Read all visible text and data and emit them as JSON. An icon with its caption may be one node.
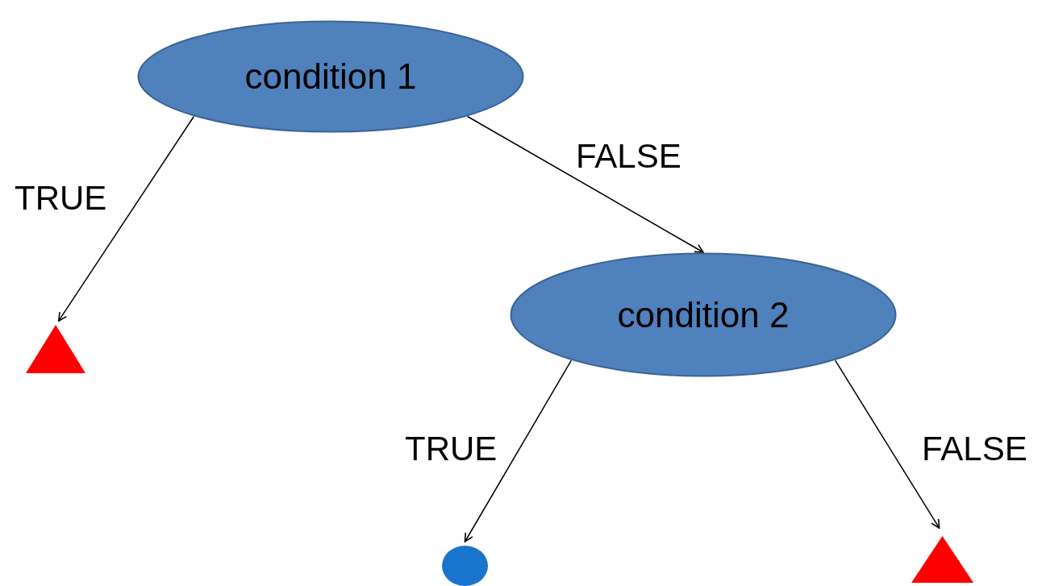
{
  "diagram": {
    "nodes": [
      {
        "text": [
          "condition 1"
        ]
      },
      {
        "text": [],
        "shape": "triangle"
      },
      {
        "text": [
          "condition 2"
        ]
      },
      {
        "text": [],
        "shape": "circle"
      },
      {
        "text": [],
        "shape": "triangle"
      }
    ],
    "edges": [
      {
        "from": 0,
        "to": 1,
        "arrow": "to",
        "label": "TRUE"
      },
      {
        "from": 0,
        "to": 2,
        "arrow": "to",
        "label": "FALSE"
      },
      {
        "from": 2,
        "to": 3,
        "arrow": "to",
        "label": "TRUE"
      },
      {
        "from": 2,
        "to": 4,
        "arrow": "to",
        "label": "FALSE"
      }
    ]
  }
}
